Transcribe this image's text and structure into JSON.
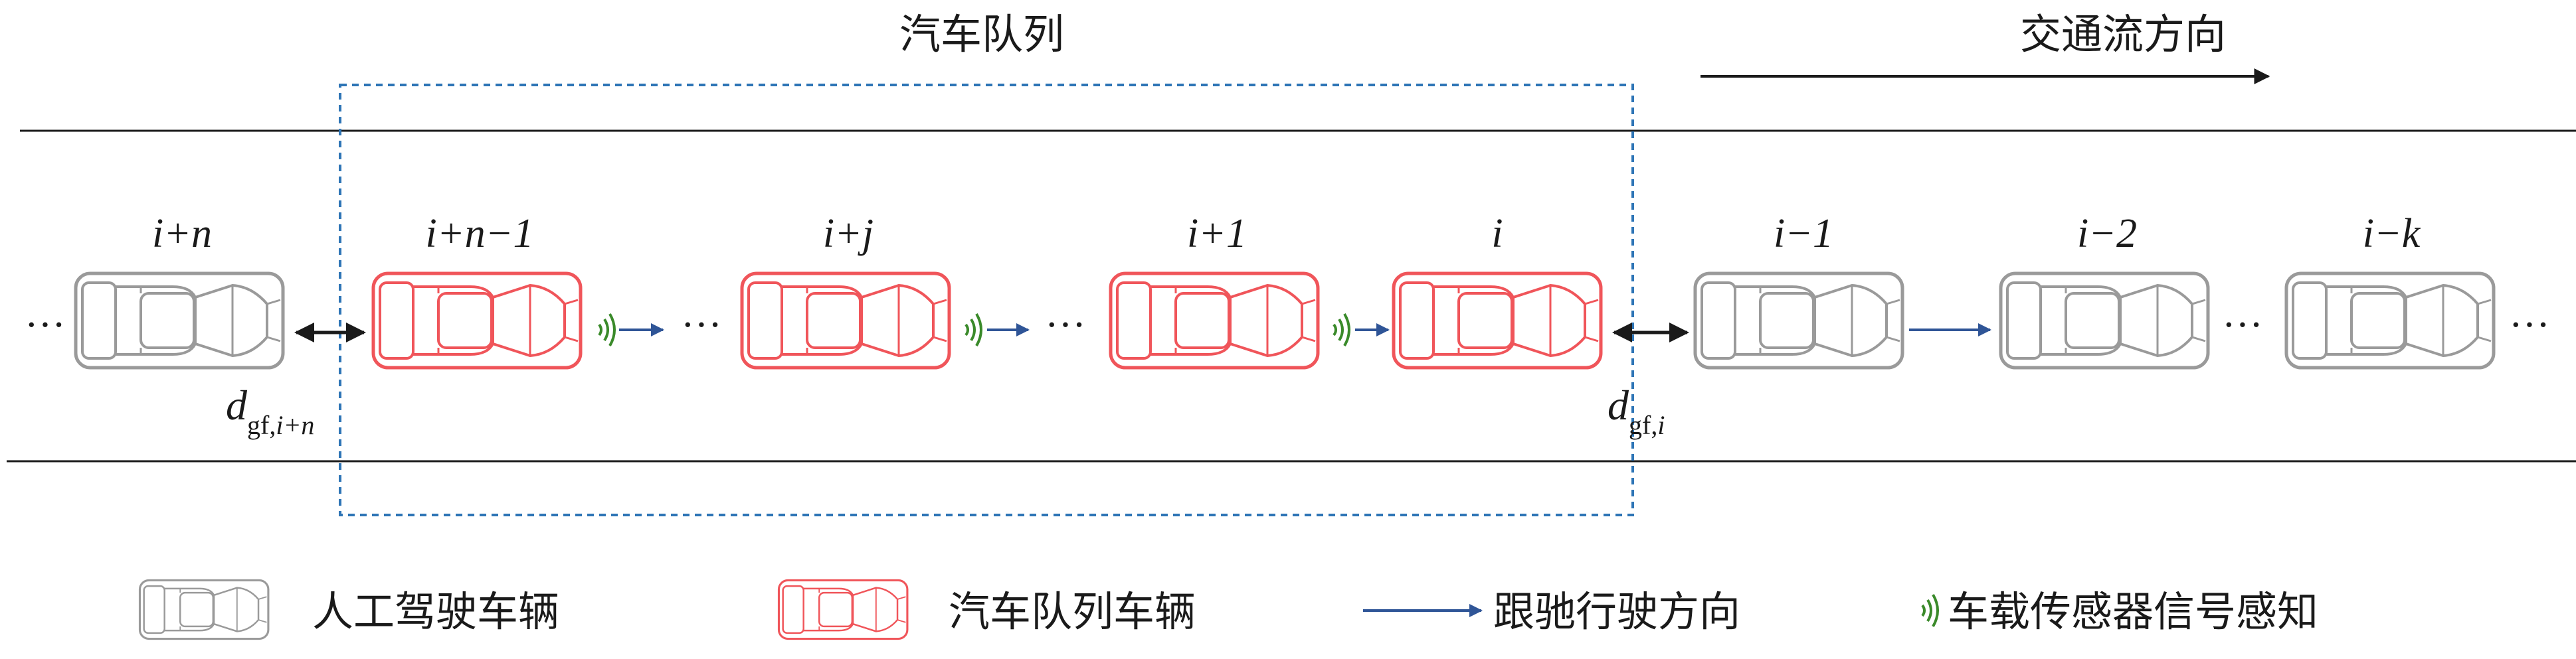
{
  "platoon_title": "汽车队列",
  "traffic_direction": "交通流方向",
  "vehicles": [
    {
      "label": "i+n",
      "type": "human"
    },
    {
      "label": "i+n−1",
      "type": "platoon"
    },
    {
      "label": "i+j",
      "type": "platoon"
    },
    {
      "label": "i+1",
      "type": "platoon"
    },
    {
      "label": "i",
      "type": "platoon"
    },
    {
      "label": "i−1",
      "type": "human"
    },
    {
      "label": "i−2",
      "type": "human"
    },
    {
      "label": "i−k",
      "type": "human"
    }
  ],
  "ellipsis": "···",
  "gap_labels": [
    {
      "main": "d",
      "sub": "gf,",
      "sub_var": "i+n"
    },
    {
      "main": "d",
      "sub": "gf,",
      "sub_var": "i"
    }
  ],
  "legend": {
    "human": "人工驾驶车辆",
    "platoon": "汽车队列车辆",
    "follow": "跟驰行驶方向",
    "sensor": "车载传感器信号感知"
  },
  "colors": {
    "human": "#9a9a9a",
    "platoon": "#f0555a",
    "arrow_blue": "#2f5597",
    "sensor_green": "#3a8a2a",
    "dashed_box": "#2e75b6",
    "black": "#1a1a1a"
  }
}
